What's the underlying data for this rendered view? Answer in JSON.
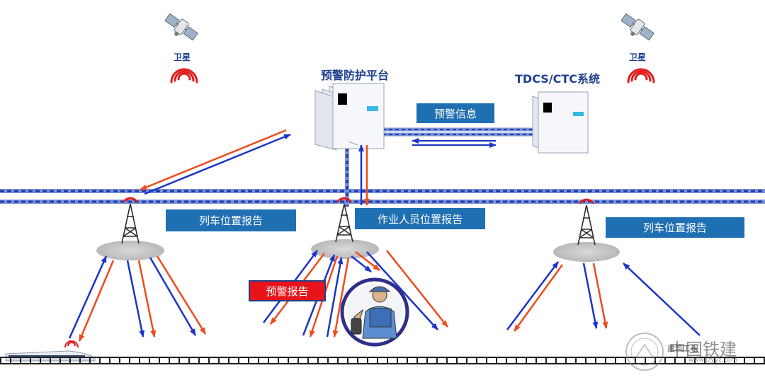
{
  "labels": {
    "satellite_left": "卫星",
    "satellite_right": "卫星",
    "platform": "预警防护平台",
    "tdcs": "TDCS/CTC系统",
    "warning_info": "预警信息",
    "train_report_left": "列车位置报告",
    "worker_report": "作业人员位置报告",
    "train_report_right": "列车位置报告",
    "warning_report": "预警报告"
  },
  "watermark": {
    "text": "中国铁建",
    "sub_text": "建筑工程",
    "url": "www.jzyyz.com"
  },
  "colors": {
    "label_text": "#1f3f8f",
    "box_fill": "#1f6fb3",
    "alert_fill": "#e8141b",
    "arrow_blue": "#1b33c8",
    "arrow_red": "#f04a1c",
    "signal_red": "#e21b1b"
  }
}
